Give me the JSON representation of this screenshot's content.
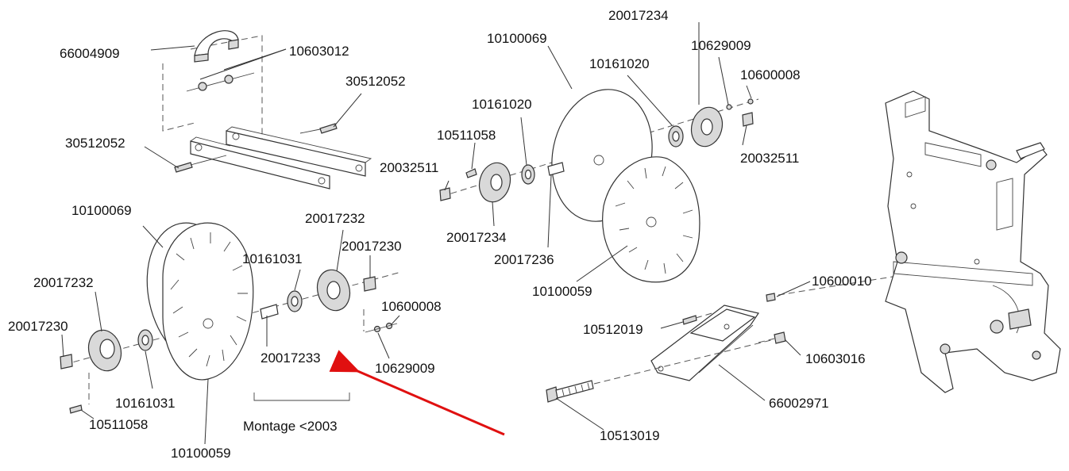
{
  "labels": {
    "l01": "66004909",
    "l02": "10603012",
    "l03": "30512052",
    "l04": "30512052",
    "l05": "10100069",
    "l06": "20017232",
    "l07": "10161031",
    "l08": "20017230",
    "l09": "20017232",
    "l10": "20017230",
    "l11": "10600008",
    "l12": "20017233",
    "l13": "10629009",
    "l14": "10161031",
    "l15": "10511058",
    "l16": "10100059",
    "l17": "Montage <2003",
    "l18": "20017234",
    "l19": "10100069",
    "l20": "10629009",
    "l21": "10161020",
    "l22": "10600008",
    "l23": "10161020",
    "l24": "10511058",
    "l25": "20032511",
    "l26": "20032511",
    "l27": "20017234",
    "l28": "20017236",
    "l29": "10100059",
    "l30": "10600010",
    "l31": "10512019",
    "l32": "10603016",
    "l33": "66002971",
    "l34": "10513019"
  },
  "colors": {
    "arrow": "#e01010",
    "line": "#333333"
  }
}
